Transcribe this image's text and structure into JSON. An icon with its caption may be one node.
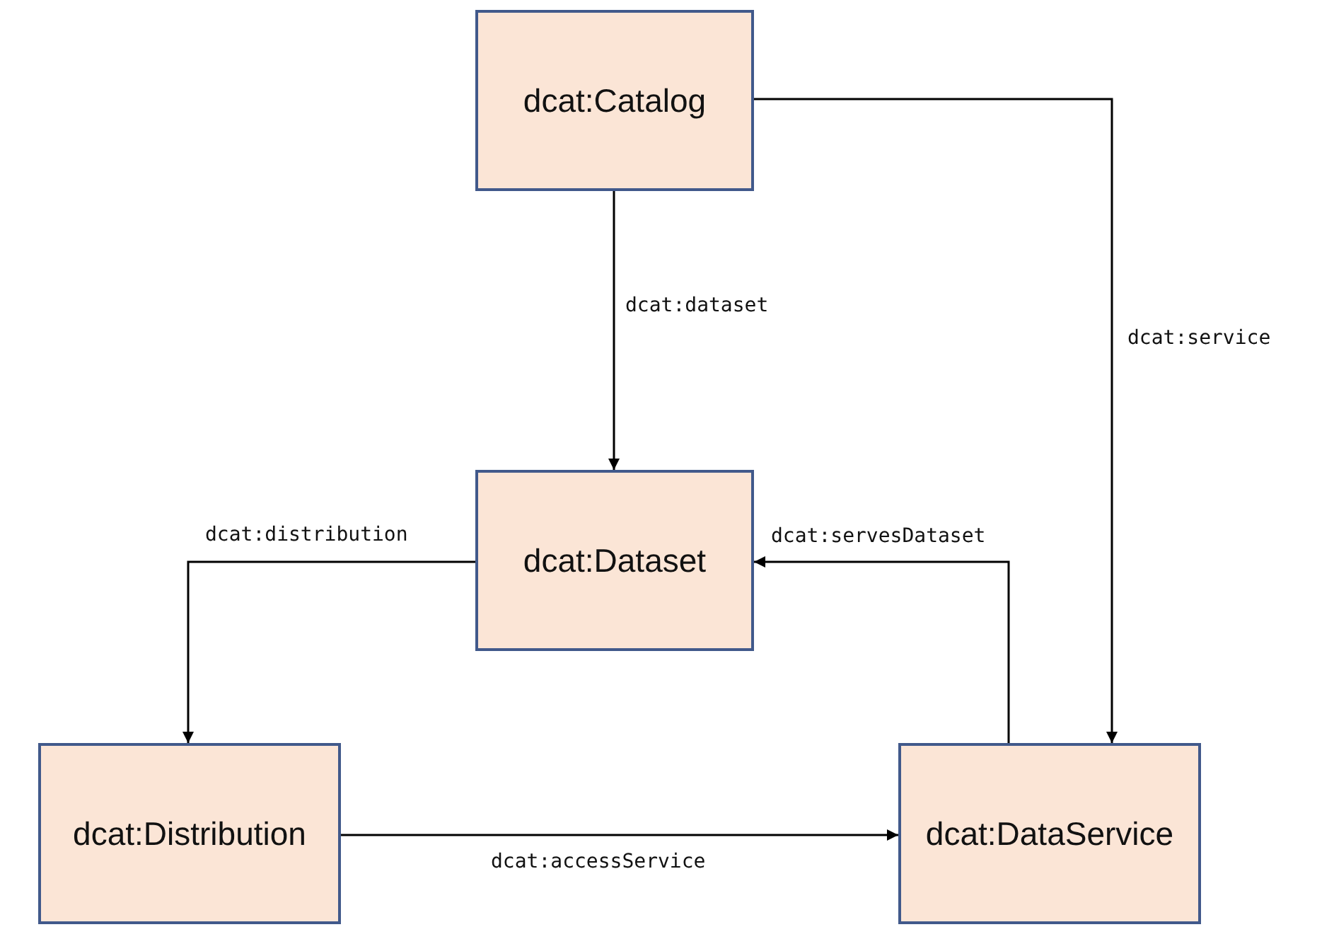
{
  "diagram": {
    "nodes": [
      {
        "text": [
          "dcat:Catalog"
        ]
      },
      {
        "text": [
          "dcat:Dataset"
        ]
      },
      {
        "text": [
          "dcat:Distribution"
        ]
      },
      {
        "text": [
          "dcat:DataService"
        ]
      }
    ],
    "edges": [
      {
        "from": 0,
        "to": 1,
        "arrow": "to",
        "label": "dcat:dataset"
      },
      {
        "from": 0,
        "to": 3,
        "arrow": "to",
        "label": "dcat:service"
      },
      {
        "from": 1,
        "to": 2,
        "arrow": "to",
        "label": "dcat:distribution"
      },
      {
        "from": 3,
        "to": 1,
        "arrow": "to",
        "label": "dcat:servesDataset"
      },
      {
        "from": 2,
        "to": 3,
        "arrow": "to",
        "label": "dcat:accessService"
      }
    ]
  }
}
